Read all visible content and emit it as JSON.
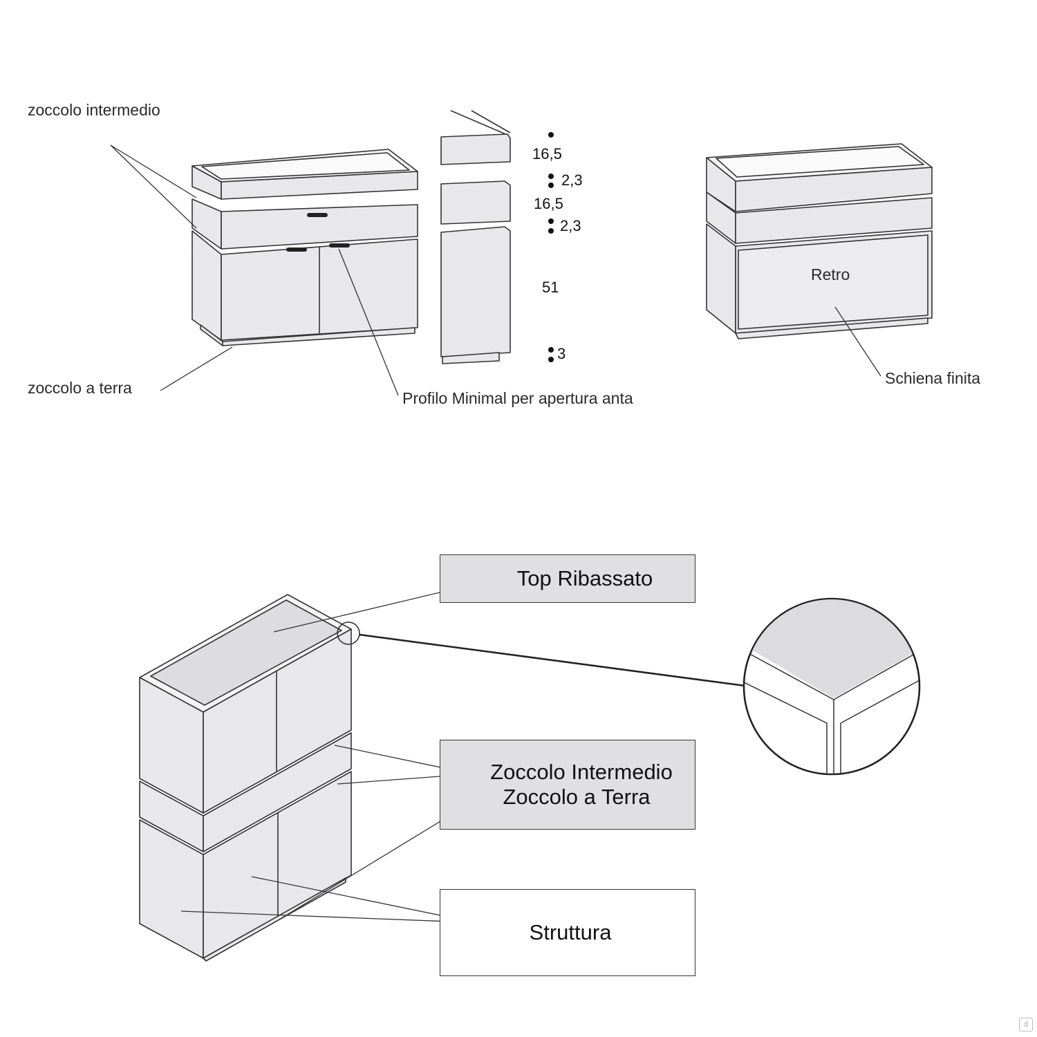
{
  "top_left_labels": {
    "zoccolo_intermedio": "zoccolo intermedio",
    "zoccolo_a_terra": "zoccolo a terra",
    "profilo": "Profilo Minimal per apertura anta"
  },
  "dimensions": [
    "16,5",
    "2,3",
    "16,5",
    "2,3",
    "51",
    "3"
  ],
  "rear_view": {
    "retro": "Retro",
    "schiena": "Schiena finita"
  },
  "callouts": {
    "top_ribassato": "Top Ribassato",
    "zoccolo_intermedio": "Zoccolo Intermedio",
    "zoccolo_a_terra": "Zoccolo a Terra",
    "struttura": "Struttura"
  },
  "colors": {
    "panel_grey": "#e0e0e2",
    "line": "#333333"
  }
}
